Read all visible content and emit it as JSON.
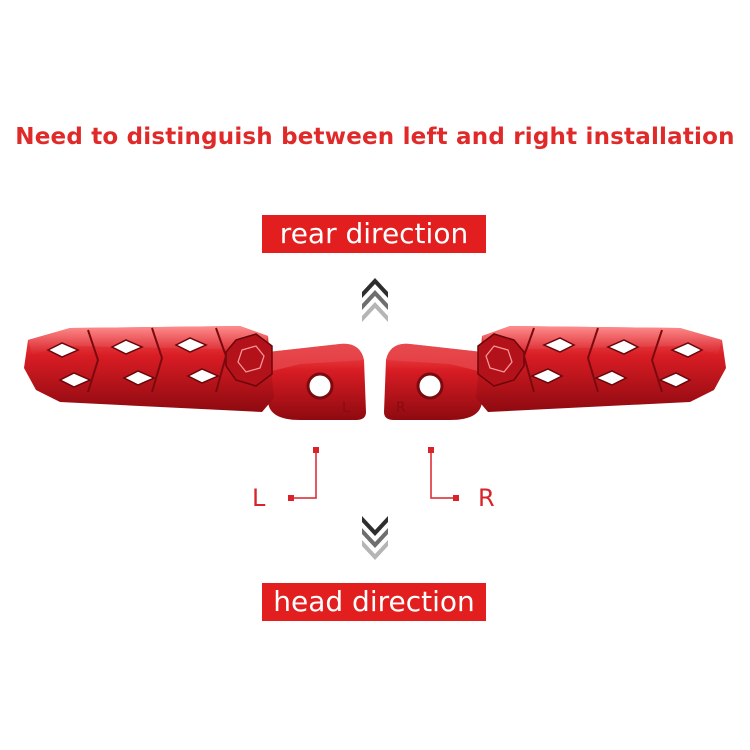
{
  "headline": "Need to distinguish between left and right installation",
  "labels": {
    "rear": "rear direction",
    "head": "head direction"
  },
  "sides": {
    "left": "L",
    "right": "R"
  },
  "part_marks": {
    "left": "L",
    "right": "R"
  },
  "colors": {
    "accent": "#e31e1e",
    "part": "#c8141c",
    "arrow": "#3a3a3a"
  },
  "icons": {
    "up": "chevron-up-stack-icon",
    "down": "chevron-down-stack-icon"
  }
}
